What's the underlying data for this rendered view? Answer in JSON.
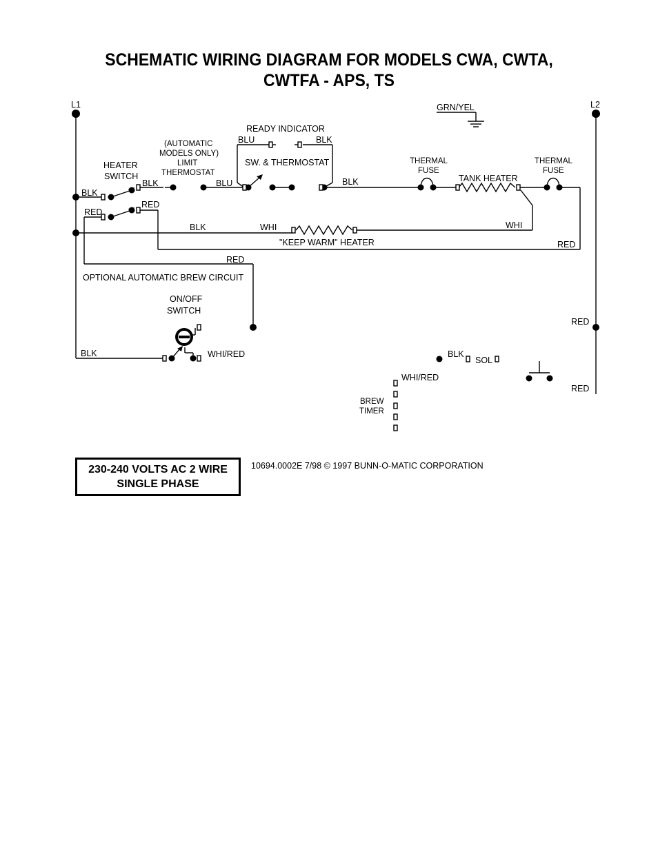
{
  "title": {
    "line1": "SCHEMATIC WIRING DIAGRAM FOR MODELS CWA, CWTA,",
    "line2": "CWTFA - APS, TS"
  },
  "labels": {
    "l1": "L1",
    "l2": "L2",
    "ground": "GRN/YEL",
    "ready_indicator": "READY INDICATOR",
    "blu_top": "BLU",
    "blk_top": "BLK",
    "sw_thermostat": "SW. & THERMOSTAT",
    "auto_models": "(AUTOMATIC",
    "auto_models2": "MODELS ONLY)",
    "limit": "LIMIT",
    "thermostat": "THERMOSTAT",
    "heater_switch1": "HEATER",
    "heater_switch2": "SWITCH",
    "blk_hs": "BLK",
    "blk_l1": "BLK",
    "blu_mid": "BLU",
    "blk_after_sw": "BLK",
    "thermal_fuse1_a": "THERMAL",
    "thermal_fuse1_b": "FUSE",
    "tank_heater": "TANK HEATER",
    "thermal_fuse2_a": "THERMAL",
    "thermal_fuse2_b": "FUSE",
    "red_hs_left": "RED",
    "red_hs_right": "RED",
    "blk_warm": "BLK",
    "whi_warm": "WHI",
    "whi_right": "WHI",
    "keep_warm": "\"KEEP WARM\" HEATER",
    "red_bottom_right": "RED",
    "red_brew": "RED",
    "optional_brew": "OPTIONAL AUTOMATIC BREW CIRCUIT",
    "onoff1": "ON/OFF",
    "onoff2": "SWITCH",
    "blk_onoff": "BLK",
    "whi_red_onoff": "WHI/RED",
    "red_l2_mid": "RED",
    "blk_sol": "BLK",
    "sol": "SOL",
    "whi_red_timer": "WHI/RED",
    "brew1": "BREW",
    "brew2": "TIMER",
    "red_l2_bottom": "RED"
  },
  "footer": {
    "voltage_line1": "230-240 VOLTS AC  2 WIRE",
    "voltage_line2": "SINGLE PHASE",
    "credit": "10694.0002E  7/98  © 1997  BUNN-O-MATIC CORPORATION"
  }
}
